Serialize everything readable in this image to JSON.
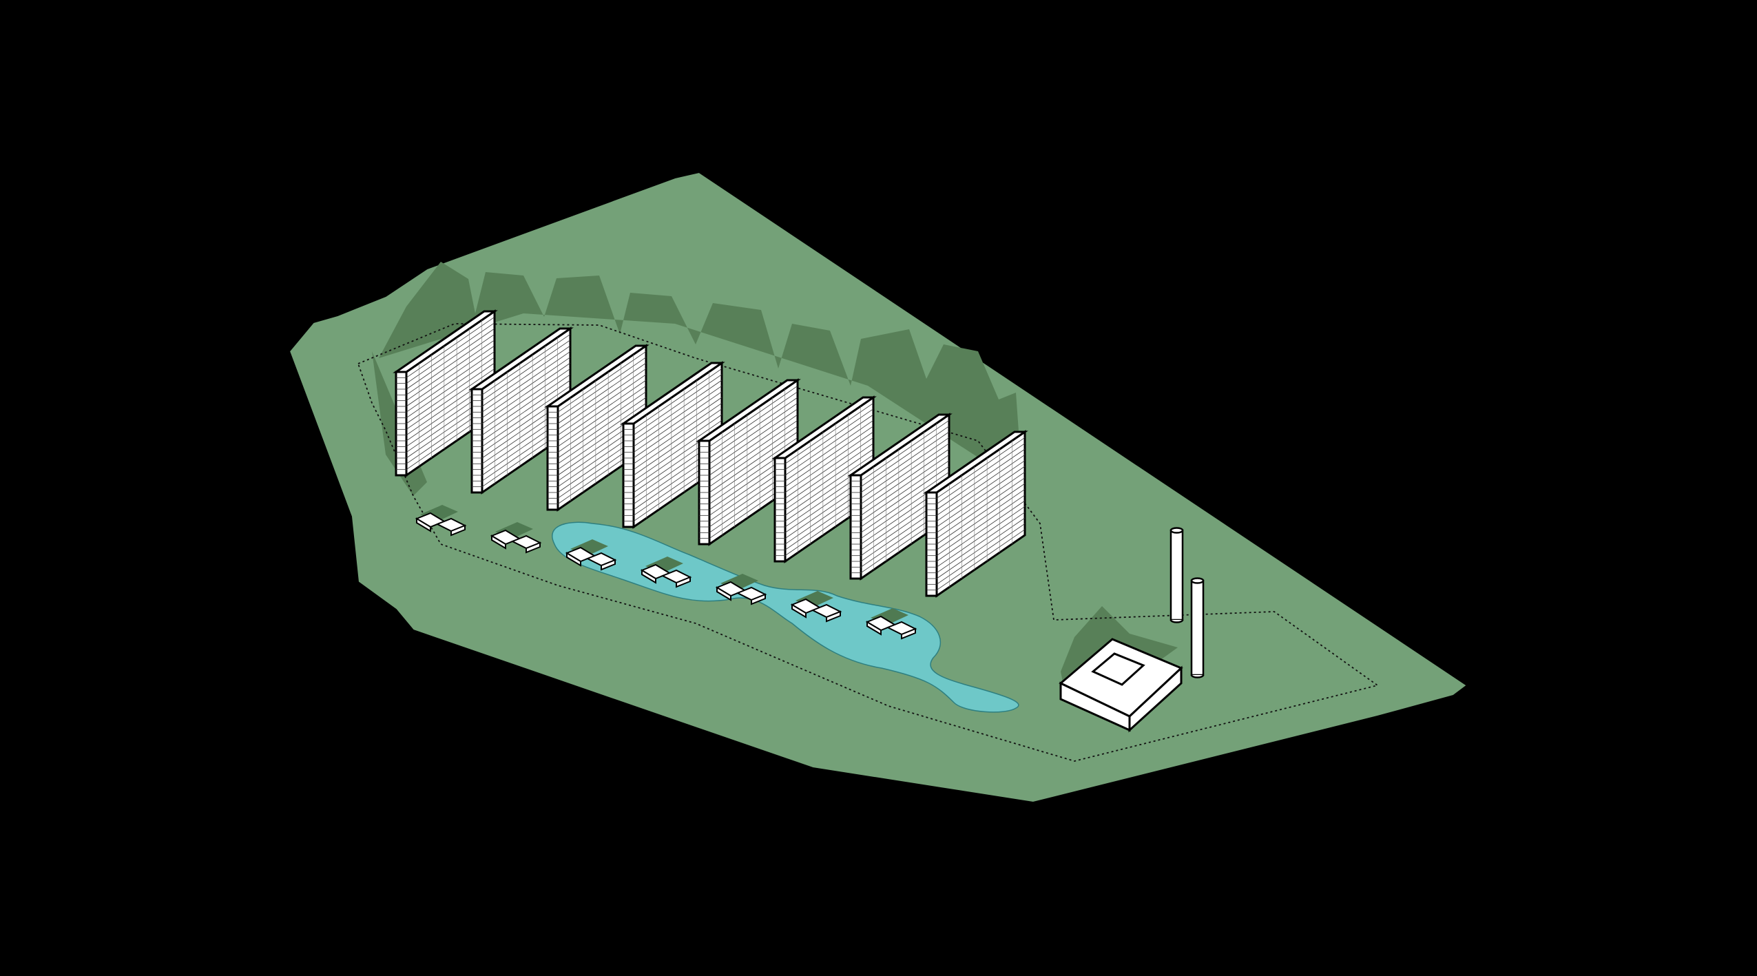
{
  "colors": {
    "background": "#000000",
    "ground": "#74a178",
    "shadow": "#588058",
    "water": "#6ec8c8",
    "building_top": "#ffffff",
    "building_face": "#ffffff",
    "building_lines": "#222222",
    "outline": "#000000"
  },
  "diagram": {
    "slab_count": 8,
    "pavilion_count": 7,
    "chimney_count": 2,
    "plant_count": 1,
    "boundary_style": "dotted"
  }
}
